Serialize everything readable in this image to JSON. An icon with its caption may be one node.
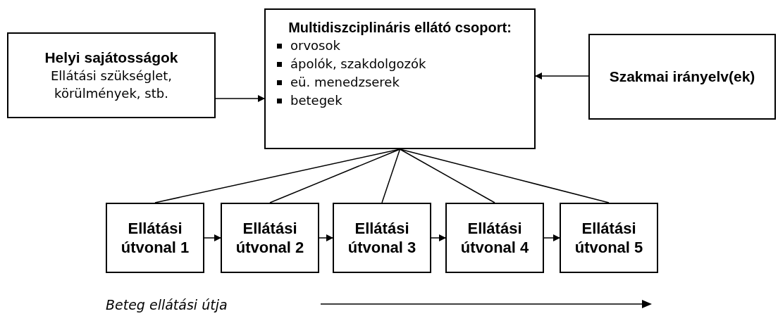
{
  "diagram": {
    "nodes": [
      {
        "text": [
          "Helyi sajátosságok",
          "Ellátási szükséglet, körülmények, stb."
        ]
      },
      {
        "text": [
          "Multidiszciplináris ellátó csoport:",
          "orvosok",
          "ápolók, szakdolgozók",
          "eü. menedzserek",
          "betegek"
        ]
      },
      {
        "text": [
          "Szakmai irányelv(ek)"
        ]
      },
      {
        "text": [
          "Ellátási útvonal 1"
        ]
      },
      {
        "text": [
          "Ellátási útvonal 2"
        ]
      },
      {
        "text": [
          "Ellátási útvonal 3"
        ]
      },
      {
        "text": [
          "Ellátási útvonal 4"
        ]
      },
      {
        "text": [
          "Ellátási útvonal 5"
        ]
      }
    ],
    "edges": [
      {
        "from": 0,
        "to": 1,
        "arrow": "to"
      },
      {
        "from": 2,
        "to": 1,
        "arrow": "to"
      },
      {
        "from": 1,
        "to": 3,
        "arrow": "none"
      },
      {
        "from": 1,
        "to": 4,
        "arrow": "none"
      },
      {
        "from": 1,
        "to": 5,
        "arrow": "none"
      },
      {
        "from": 1,
        "to": 6,
        "arrow": "none"
      },
      {
        "from": 1,
        "to": 7,
        "arrow": "none"
      },
      {
        "from": 3,
        "to": 4,
        "arrow": "to"
      },
      {
        "from": 4,
        "to": 5,
        "arrow": "to"
      },
      {
        "from": 5,
        "to": 6,
        "arrow": "to"
      },
      {
        "from": 6,
        "to": 7,
        "arrow": "to"
      }
    ],
    "labels": [
      "Beteg ellátási útja"
    ]
  }
}
